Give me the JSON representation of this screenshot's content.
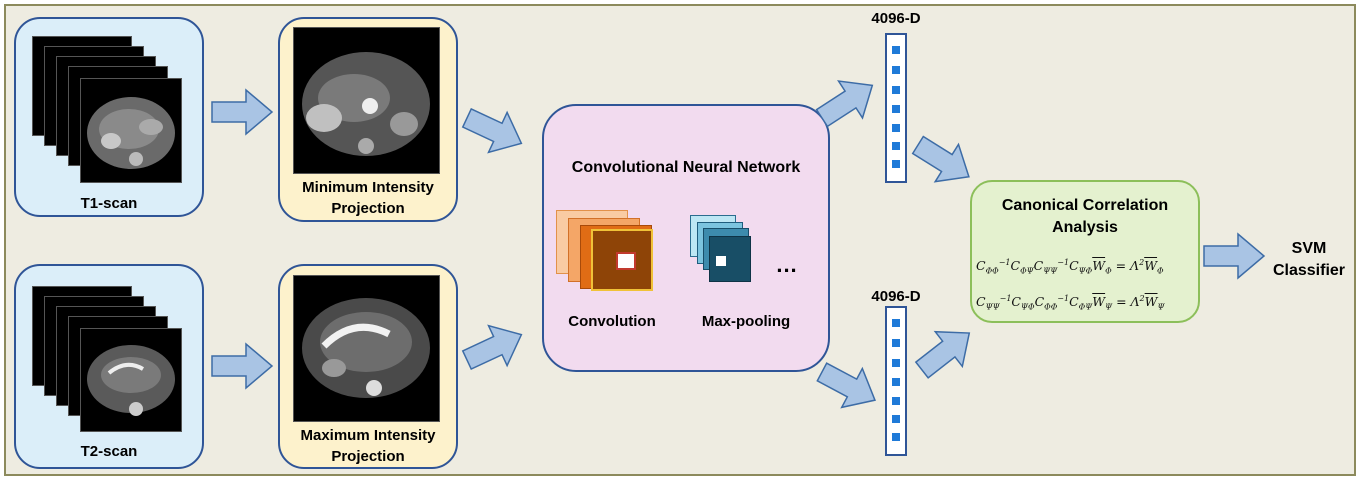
{
  "scans": {
    "t1_label": "T1-scan",
    "t2_label": "T2-scan"
  },
  "projections": {
    "min_label_line1": "Minimum Intensity",
    "min_label_line2": "Projection",
    "max_label_line1": "Maximum Intensity",
    "max_label_line2": "Projection"
  },
  "cnn": {
    "title": "Convolutional Neural Network",
    "convolution_label": "Convolution",
    "maxpool_label": "Max-pooling",
    "ellipsis": "..."
  },
  "features": {
    "top_label": "4096-D",
    "bottom_label": "4096-D"
  },
  "cca": {
    "title_line1": "Canonical Correlation",
    "title_line2": "Analysis"
  },
  "svm": {
    "line1": "SVM",
    "line2": "Classifier"
  },
  "colors": {
    "arrow_fill": "#a9c4e4",
    "arrow_stroke": "#3d6ca6",
    "box_border": "#2f5597",
    "feature_dot": "#1f7ad8"
  }
}
